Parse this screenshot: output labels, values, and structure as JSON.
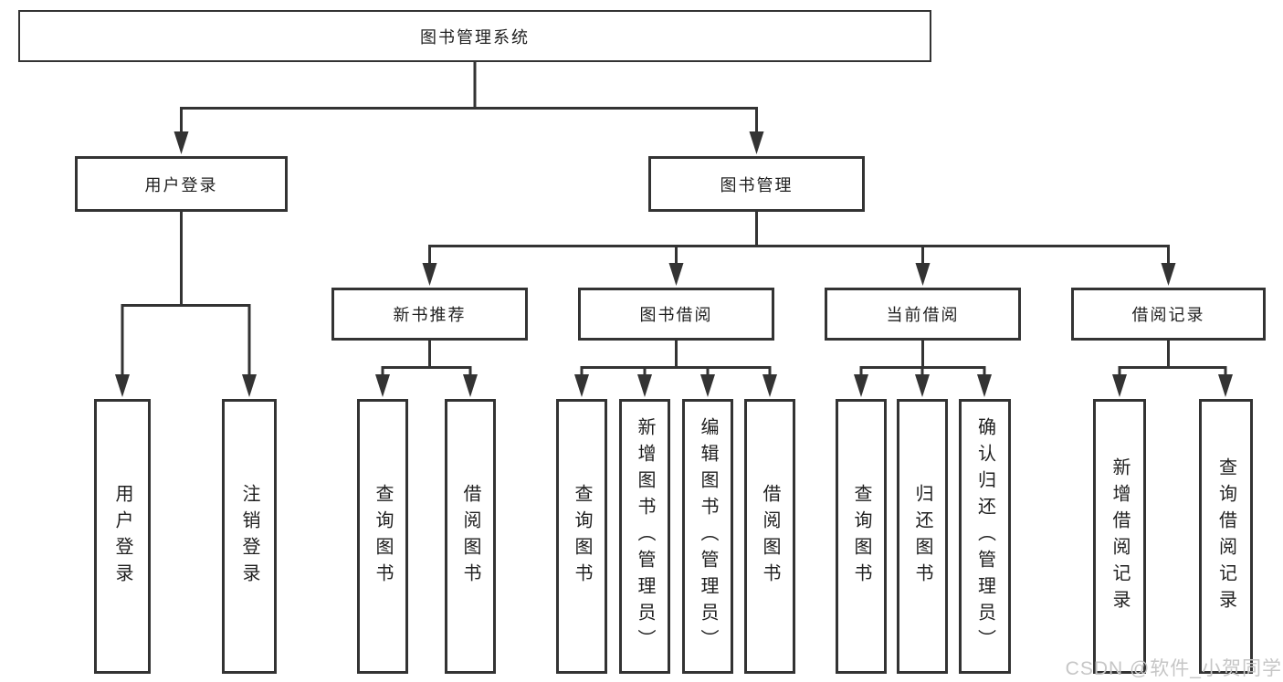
{
  "diagram": {
    "root": "图书管理系统",
    "level2": {
      "user_login": "用户登录",
      "book_mgmt": "图书管理"
    },
    "level3": {
      "recommend": "新书推荐",
      "borrow": "图书借阅",
      "current": "当前借阅",
      "records": "借阅记录"
    },
    "leaves": {
      "login": [
        "用户登录",
        "注销登录"
      ],
      "recommend": [
        "查询图书",
        "借阅图书"
      ],
      "borrow": [
        "查询图书",
        "新增图书（管理员）",
        "编辑图书（管理员）",
        "借阅图书"
      ],
      "current": [
        "查询图书",
        "归还图书",
        "确认归还（管理员）"
      ],
      "records": [
        "新增借阅记录",
        "查询借阅记录"
      ]
    }
  },
  "watermark": "CSDN @软件_小贺同学",
  "colors": {
    "line": "#333333",
    "text": "#1f1f1f",
    "watermark": "#c6c6c6",
    "background": "#ffffff"
  }
}
